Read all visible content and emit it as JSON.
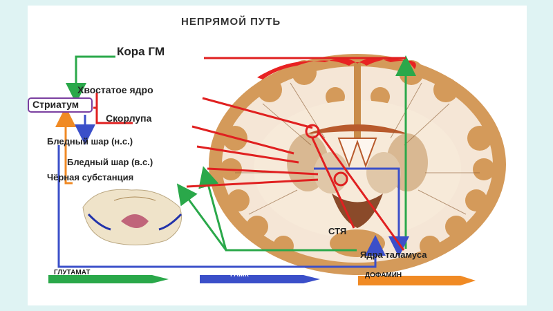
{
  "title": "НЕПРЯМОЙ  ПУТЬ",
  "labels": {
    "cortex": "Кора ГМ",
    "striatum": "Стриатум",
    "caudate": "Хвостатое ядро",
    "putamen": "Скорлупа",
    "gp_external": "Бледный шар (н.с.)",
    "gp_internal": "Бледный шар (в.с.)",
    "substantia_nigra": "Чёрная субстанция",
    "stn": "СТЯ",
    "thalamus": "Ядра таламуса"
  },
  "legend": [
    {
      "label": "ГЛУТАМАТ",
      "color": "#2aa84a"
    },
    {
      "label": "ГАМК",
      "color": "#3b4fc9"
    },
    {
      "label": "ДОФАМИН",
      "color": "#f08a24"
    }
  ],
  "colors": {
    "background": "#dff3f3",
    "glutamate": "#2aa84a",
    "gaba": "#3b4fc9",
    "dopamine": "#f08a24",
    "pointer": "#e02020",
    "striatum_box": "#7a3fa0",
    "brain_tissue": "#d49a5a",
    "white_matter": "#f5e6d6"
  }
}
